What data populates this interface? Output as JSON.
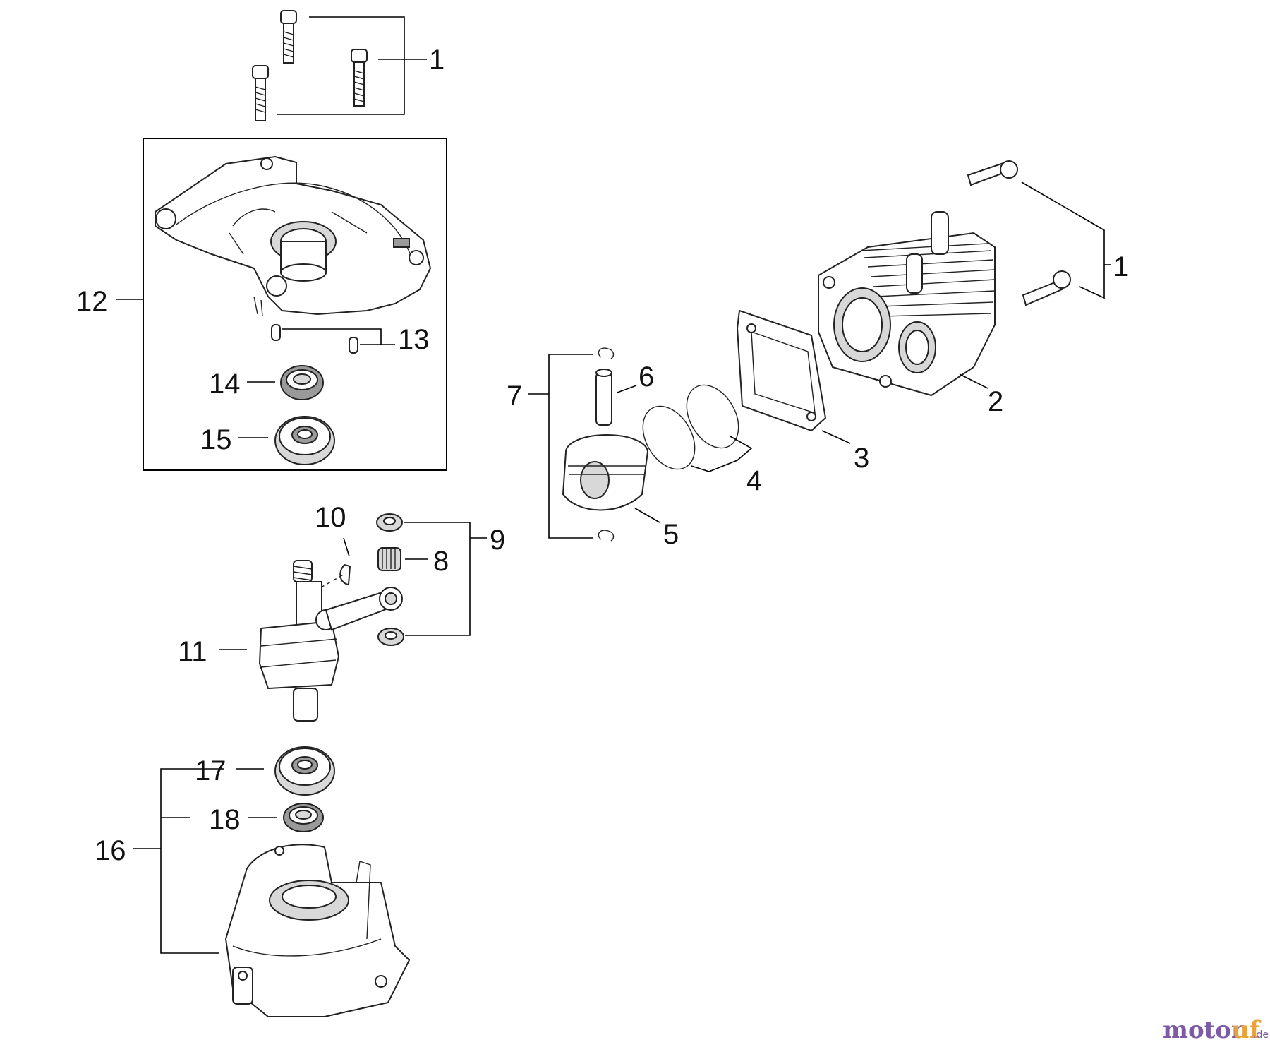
{
  "callouts": {
    "c1_top": "1",
    "c1_right": "1",
    "c2": "2",
    "c3": "3",
    "c4": "4",
    "c5": "5",
    "c6": "6",
    "c7": "7",
    "c8": "8",
    "c9": "9",
    "c10": "10",
    "c11": "11",
    "c12": "12",
    "c13": "13",
    "c14": "14",
    "c15": "15",
    "c16": "16",
    "c17": "17",
    "c18": "18"
  },
  "watermark": {
    "part_a": "motor",
    "part_b": "uf",
    "part_c": ".de"
  }
}
